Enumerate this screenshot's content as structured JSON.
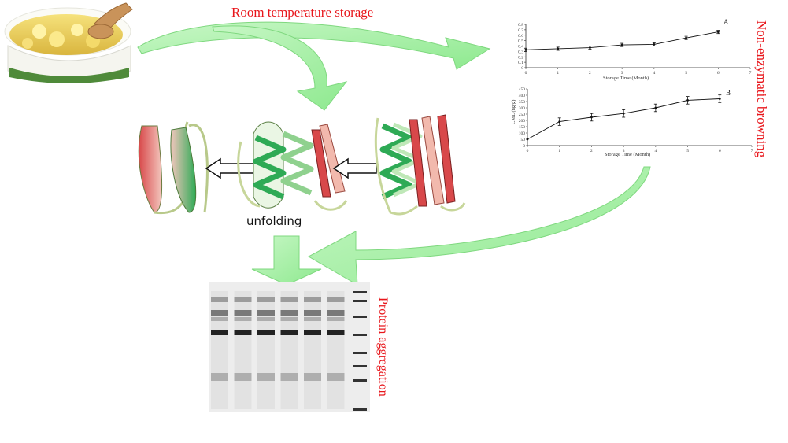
{
  "labels": {
    "storage": "Room temperature storage",
    "browning": "Non-enzymatic browning",
    "unfolding": "unfolding",
    "aggregation": "Protein aggregation"
  },
  "colors": {
    "arrow_green": "#98f39a",
    "text_red": "#e8161b",
    "helix_green": "#2eaa55",
    "strand_red": "#d8484a"
  },
  "icons": {
    "food": "milk-powder-bowl-photo",
    "protein": "protein-ribbon-structure",
    "gel": "sds-page-gel"
  },
  "chart_data": [
    {
      "type": "line",
      "panel_label": "A",
      "x": [
        0,
        1,
        2,
        3,
        4,
        5,
        6
      ],
      "values": [
        0.33,
        0.35,
        0.37,
        0.42,
        0.43,
        0.55,
        0.66
      ],
      "errors": [
        0.03,
        0.03,
        0.03,
        0.03,
        0.03,
        0.03,
        0.03
      ],
      "xlabel": "Storage Time (Month)",
      "ylabel": "",
      "xticks": [
        "0",
        "1",
        "2",
        "3",
        "4",
        "5",
        "6",
        "7"
      ],
      "yticks": [
        "0",
        "0.1",
        "0.2",
        "0.3",
        "0.4",
        "0.5",
        "0.6",
        "0.7",
        "0.8"
      ],
      "xlim": [
        0,
        7
      ],
      "ylim": [
        0,
        0.8
      ]
    },
    {
      "type": "line",
      "panel_label": "B",
      "x": [
        0,
        1,
        2,
        3,
        4,
        5,
        6
      ],
      "values": [
        50,
        190,
        225,
        255,
        300,
        360,
        372
      ],
      "errors": [
        0,
        30,
        30,
        30,
        30,
        30,
        30
      ],
      "xlabel": "Storage Time (Month)",
      "ylabel": "CML (ng/g)",
      "xticks": [
        "0",
        "1",
        "2",
        "3",
        "4",
        "5",
        "6",
        "7"
      ],
      "yticks": [
        "0",
        "50",
        "100",
        "150",
        "200",
        "250",
        "300",
        "350",
        "400",
        "450"
      ],
      "xlim": [
        0,
        7
      ],
      "ylim": [
        0,
        450
      ]
    }
  ]
}
